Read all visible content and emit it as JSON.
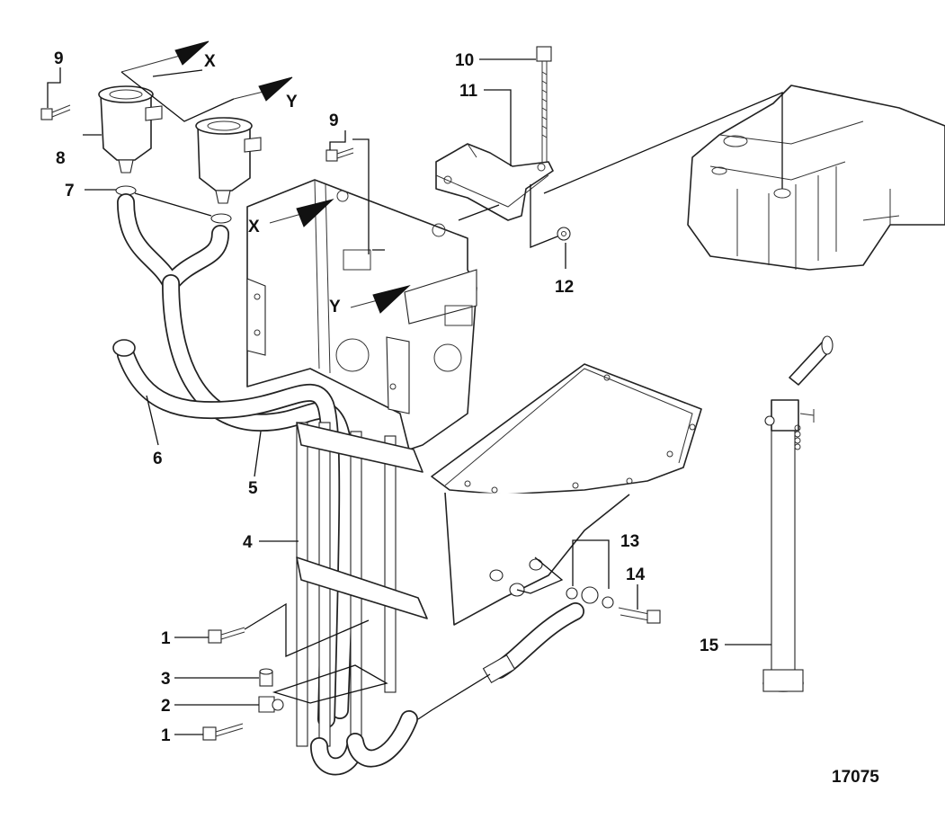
{
  "figure_number": "17075",
  "callouts": {
    "c1a": "1",
    "c1b": "1",
    "c2": "2",
    "c3": "3",
    "c4": "4",
    "c5": "5",
    "c6": "6",
    "c7": "7",
    "c8": "8",
    "c9a": "9",
    "c9b": "9",
    "c10": "10",
    "c11": "11",
    "c12": "12",
    "c13": "13",
    "c14": "14",
    "c15": "15"
  },
  "connection_labels": {
    "x_top": "X",
    "y_top": "Y",
    "x_plate": "X",
    "y_plate": "Y"
  }
}
